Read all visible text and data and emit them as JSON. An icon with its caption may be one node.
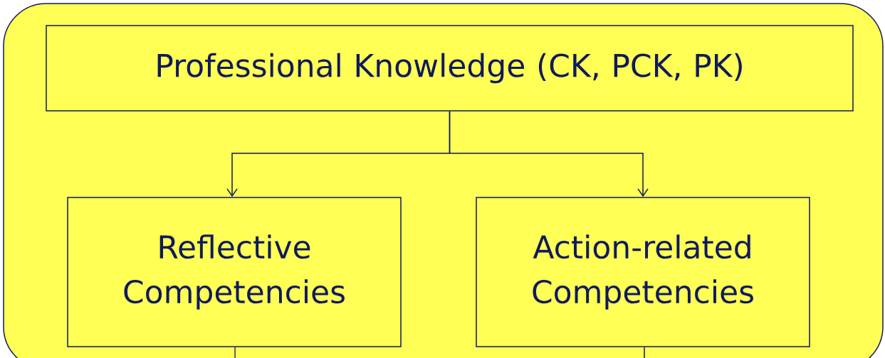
{
  "diagram": {
    "nodes": [
      {
        "text": [],
        "shape": "box"
      },
      {
        "text": [
          "Professional Knowledge (CK, PCK, PK)"
        ],
        "in": 0
      },
      {
        "text": [
          "Reflective Competencies"
        ],
        "in": 0
      },
      {
        "text": [
          "Action-related Competencies"
        ],
        "in": 0
      }
    ],
    "edges": [
      {
        "from": 1,
        "to": 2,
        "arrow": "to"
      },
      {
        "from": 1,
        "to": 3,
        "arrow": "to"
      },
      {
        "from": 2,
        "to": null,
        "arrow": "none"
      },
      {
        "from": 3,
        "to": null,
        "arrow": "none"
      }
    ]
  }
}
